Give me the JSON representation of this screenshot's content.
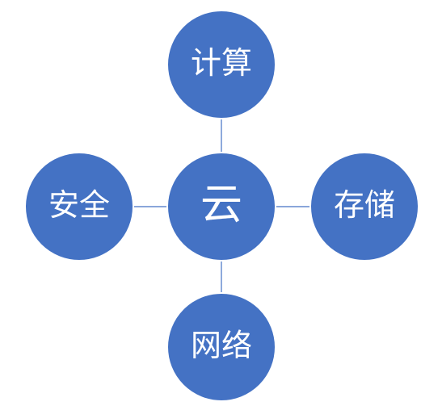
{
  "diagram": {
    "colors": {
      "node_fill": "#4472c4",
      "connector": "#4472c4",
      "label": "#ffffff"
    },
    "center": {
      "label": "云"
    },
    "nodes": {
      "top": {
        "label": "计算"
      },
      "right": {
        "label": "存储"
      },
      "bottom": {
        "label": "网络"
      },
      "left": {
        "label": "安全"
      }
    }
  }
}
